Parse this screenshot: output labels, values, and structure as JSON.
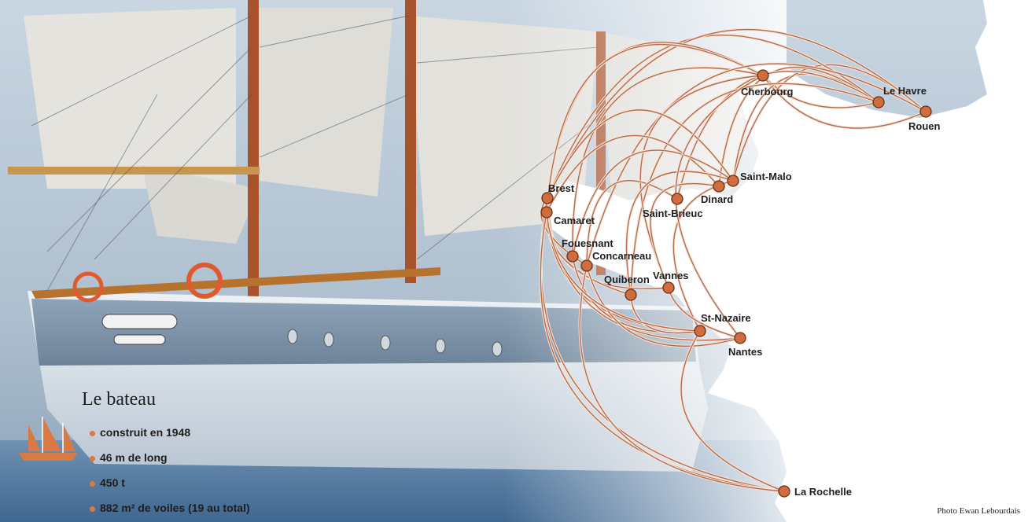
{
  "colors": {
    "route": "#b86b4b",
    "route_light": "#f3e6dc",
    "port": "#cf6d3e",
    "port_stroke": "#6b2f14",
    "accent": "#d97a44"
  },
  "ports": [
    {
      "id": "cherbourg",
      "name": "Cherbourg"
    },
    {
      "id": "le_havre",
      "name": "Le Havre"
    },
    {
      "id": "rouen",
      "name": "Rouen"
    },
    {
      "id": "saint_malo",
      "name": "Saint-Malo"
    },
    {
      "id": "dinard",
      "name": "Dinard"
    },
    {
      "id": "saint_brieuc",
      "name": "Saint-Brieuc"
    },
    {
      "id": "brest",
      "name": "Brest"
    },
    {
      "id": "camaret",
      "name": "Camaret"
    },
    {
      "id": "fouesnant",
      "name": "Fouesnant"
    },
    {
      "id": "concarneau",
      "name": "Concarneau"
    },
    {
      "id": "quiberon",
      "name": "Quiberon"
    },
    {
      "id": "vannes",
      "name": "Vannes"
    },
    {
      "id": "st_nazaire",
      "name": "St-Nazaire"
    },
    {
      "id": "nantes",
      "name": "Nantes"
    },
    {
      "id": "la_rochelle",
      "name": "La Rochelle"
    }
  ],
  "info": {
    "title": "Le bateau",
    "icon": "sailboat-icon",
    "facts": [
      "construit en 1948",
      "46 m de long",
      "450 t",
      "882 m² de voiles (19 au total)"
    ]
  },
  "credit": "Photo Ewan Lebourdais"
}
